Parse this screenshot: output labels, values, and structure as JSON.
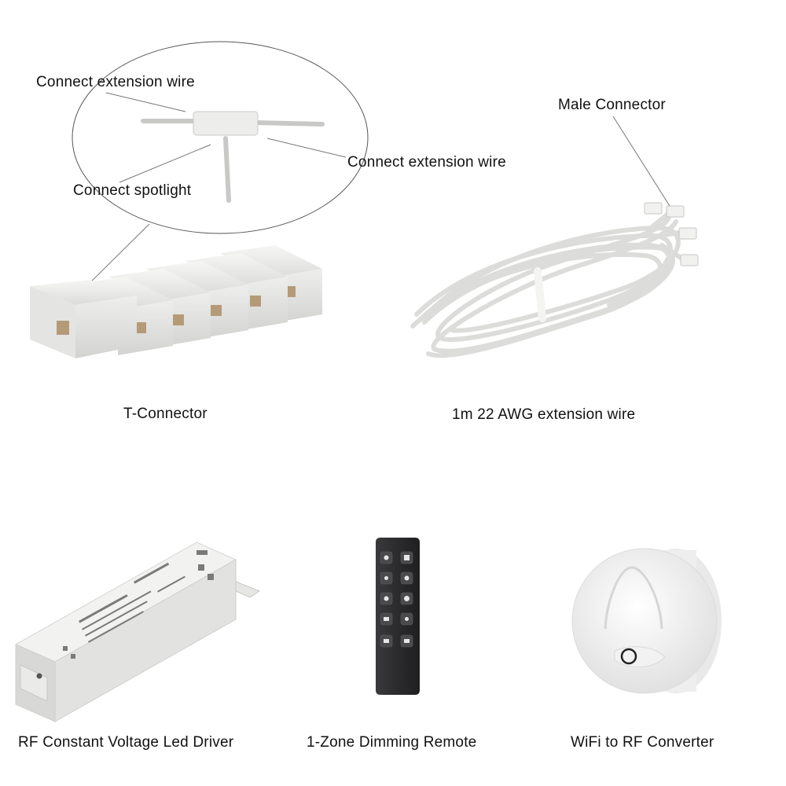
{
  "callouts": {
    "connect_extension_wire_left": "Connect extension wire",
    "connect_extension_wire_right": "Connect extension wire",
    "connect_spotlight": "Connect spotlight",
    "male_connector": "Male Connector"
  },
  "products": {
    "t_connector": "T-Connector",
    "extension_wire": "1m 22 AWG extension wire",
    "led_driver": "RF Constant Voltage Led Driver",
    "remote": "1-Zone Dimming Remote",
    "wifi_converter": "WiFi to RF Converter"
  },
  "colors": {
    "background": "#ffffff",
    "plastic_white": "#ececea",
    "remote_body": "#2e2e30",
    "leader_line": "#8a8a8a"
  }
}
